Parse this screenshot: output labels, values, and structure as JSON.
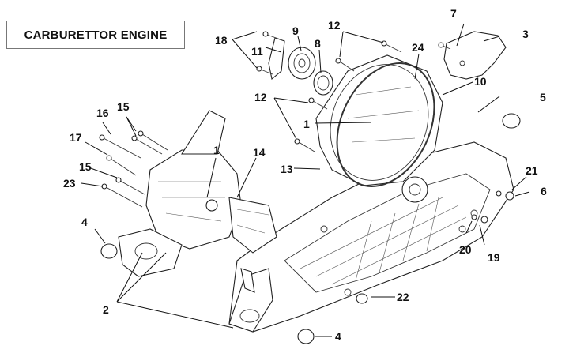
{
  "title": "CARBURETTOR ENGINE",
  "callouts": [
    {
      "id": "c1a",
      "number": "1"
    },
    {
      "id": "c1b",
      "number": "1"
    },
    {
      "id": "c2",
      "number": "2"
    },
    {
      "id": "c3",
      "number": "3"
    },
    {
      "id": "c4a",
      "number": "4"
    },
    {
      "id": "c4b",
      "number": "4"
    },
    {
      "id": "c5",
      "number": "5"
    },
    {
      "id": "c6",
      "number": "6"
    },
    {
      "id": "c7",
      "number": "7"
    },
    {
      "id": "c8",
      "number": "8"
    },
    {
      "id": "c9",
      "number": "9"
    },
    {
      "id": "c10",
      "number": "10"
    },
    {
      "id": "c11",
      "number": "11"
    },
    {
      "id": "c12a",
      "number": "12"
    },
    {
      "id": "c12b",
      "number": "12"
    },
    {
      "id": "c13",
      "number": "13"
    },
    {
      "id": "c14",
      "number": "14"
    },
    {
      "id": "c15a",
      "number": "15"
    },
    {
      "id": "c15b",
      "number": "15"
    },
    {
      "id": "c16",
      "number": "16"
    },
    {
      "id": "c17",
      "number": "17"
    },
    {
      "id": "c18",
      "number": "18"
    },
    {
      "id": "c19",
      "number": "19"
    },
    {
      "id": "c20",
      "number": "20"
    },
    {
      "id": "c21",
      "number": "21"
    },
    {
      "id": "c22",
      "number": "22"
    },
    {
      "id": "c23",
      "number": "23"
    },
    {
      "id": "c24",
      "number": "24"
    }
  ]
}
